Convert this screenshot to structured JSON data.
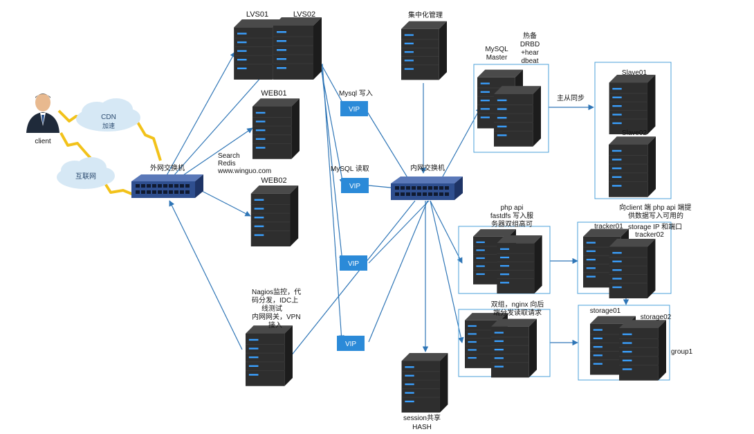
{
  "colors": {
    "line": "#2e75b6",
    "vip_fill": "#2b8ad8",
    "box_stroke": "#4a9fd8",
    "server_body": "#2b2b2b",
    "server_led": "#3aa0ff",
    "switch_body": "#2f4f8f",
    "lightning": "#f2c21a",
    "cloud": "#d6e8f5",
    "text": "#111111"
  },
  "labels": {
    "client": "client",
    "cdn_line1": "CDN",
    "cdn_line2": "加速",
    "internet": "互联网",
    "ext_switch": "外网交换机",
    "lvs01": "LVS01",
    "lvs02": "LVS02",
    "web01": "WEB01",
    "web02": "WEB02",
    "search_1": "Search",
    "search_2": "Redis",
    "search_3": "www.winguo.com",
    "nagios_1": "Nagios监控，代",
    "nagios_2": "码分发，IDC上",
    "nagios_3": "线测试",
    "nagios_4": "内网网关，VPN",
    "nagios_5": "接入",
    "central": "集中化管理",
    "mysql_write": "Mysql 写入",
    "mysql_read": "MySQL 读取",
    "vip": "VIP",
    "int_switch": "内网交换机",
    "mysql_master_1": "MySQL",
    "mysql_master_2": "Master",
    "hotbackup_1": "热备",
    "hotbackup_2": "DRBD",
    "hotbackup_3": "+hear",
    "hotbackup_4": "dbeat",
    "sync": "主从同步",
    "slave01": "Slave01",
    "slave02": "Slave02",
    "php_1": "php  api",
    "php_2": "fastdfs 写入服",
    "php_3": "务器双组高可",
    "client_note_1": "向client 端   php api 端提",
    "client_note_2": "供数据写入可用的",
    "client_note_3": "storage IP 和端口",
    "tracker01": "tracker01",
    "tracker02": "tracker02",
    "dual_1": "双组，nginx 向后",
    "dual_2": "端分发读取请求",
    "storage01": "storage01",
    "storage02": "storage02",
    "group1": "group1",
    "session_1": "session共享",
    "session_2": "HASH"
  }
}
